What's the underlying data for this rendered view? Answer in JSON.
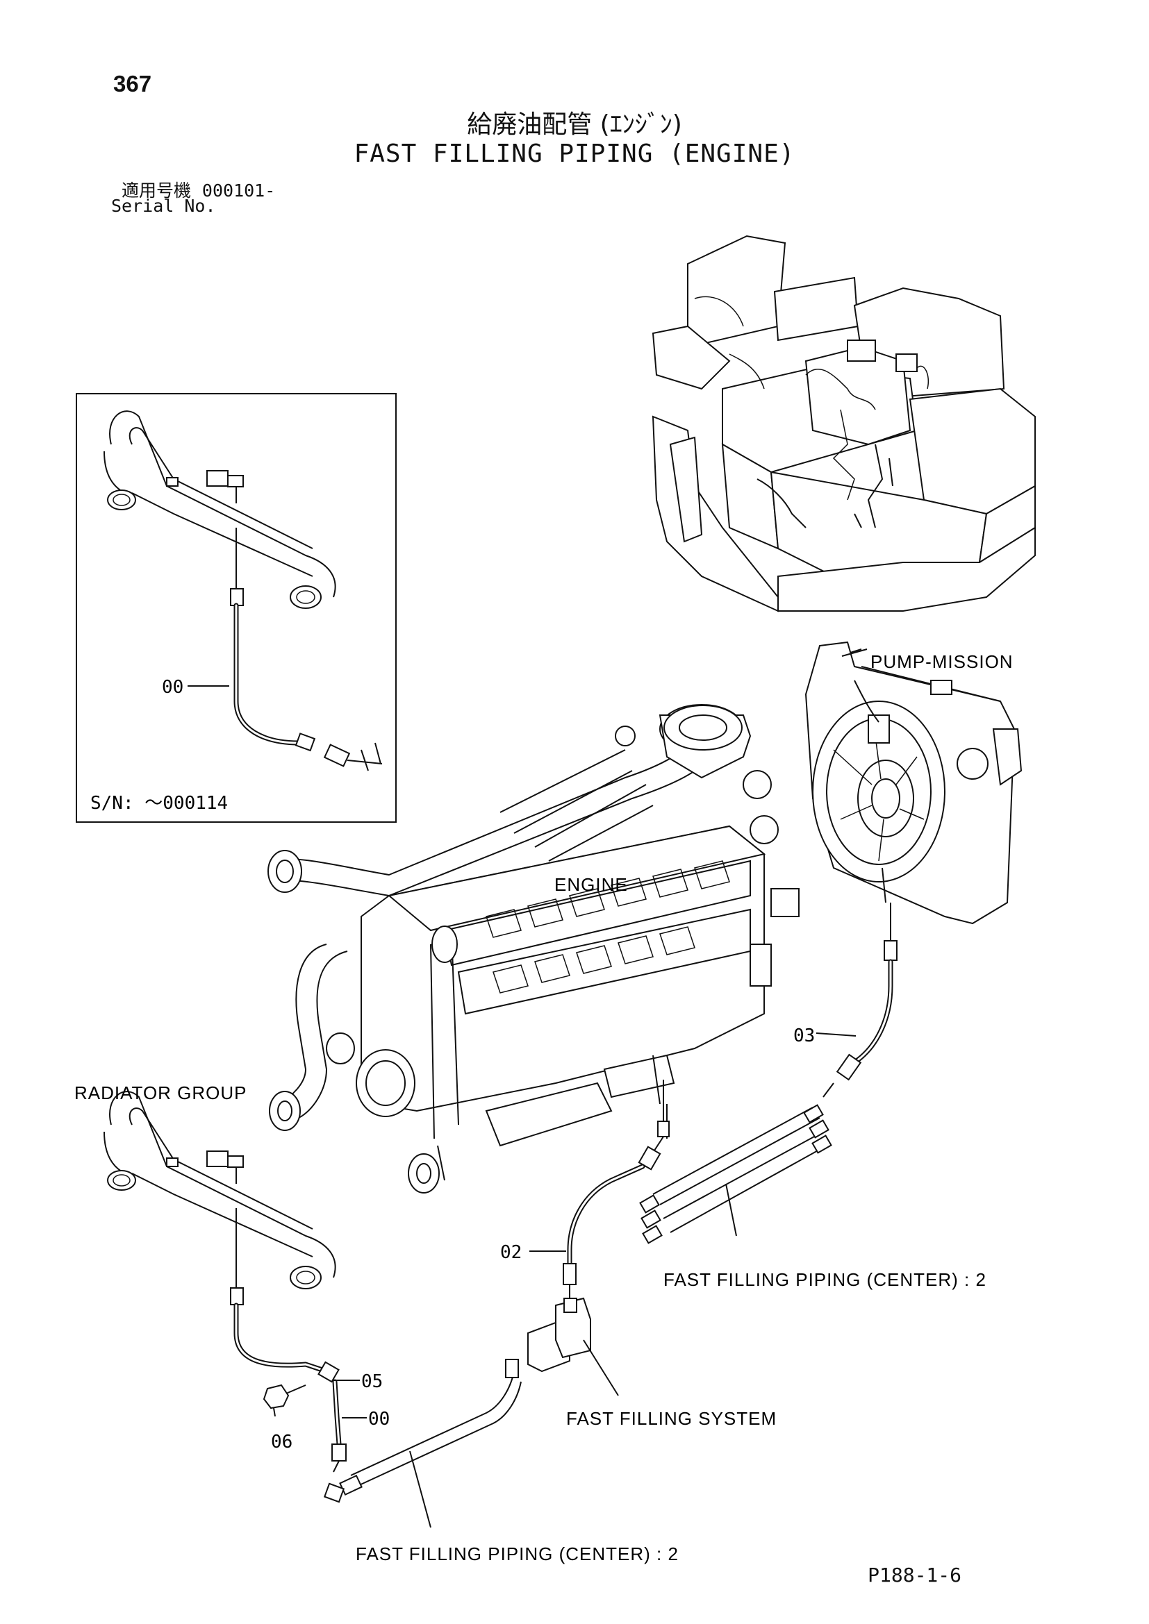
{
  "page_number": "367",
  "title_jp": "給廃油配管 (ｴﾝｼﾞﾝ)",
  "title_en": "FAST FILLING PIPING (ENGINE)",
  "serial_label_jp": "適用号機",
  "serial_value": "000101-",
  "serial_label_en": "Serial No.",
  "inset": {
    "sn_label": "S/N: ～000114",
    "part_no": "00"
  },
  "labels": {
    "pump_mission": "PUMP-MISSION",
    "engine": "ENGINE",
    "radiator_group": "RADIATOR GROUP",
    "fast_filling_piping_center_right": "FAST FILLING PIPING (CENTER) : 2",
    "fast_filling_system": "FAST FILLING SYSTEM",
    "fast_filling_piping_center_bottom": "FAST FILLING PIPING (CENTER) : 2"
  },
  "part_numbers": {
    "p03": "03",
    "p02": "02",
    "p05": "05",
    "p00": "00",
    "p06": "06"
  },
  "page_ref": "P188-1-6"
}
